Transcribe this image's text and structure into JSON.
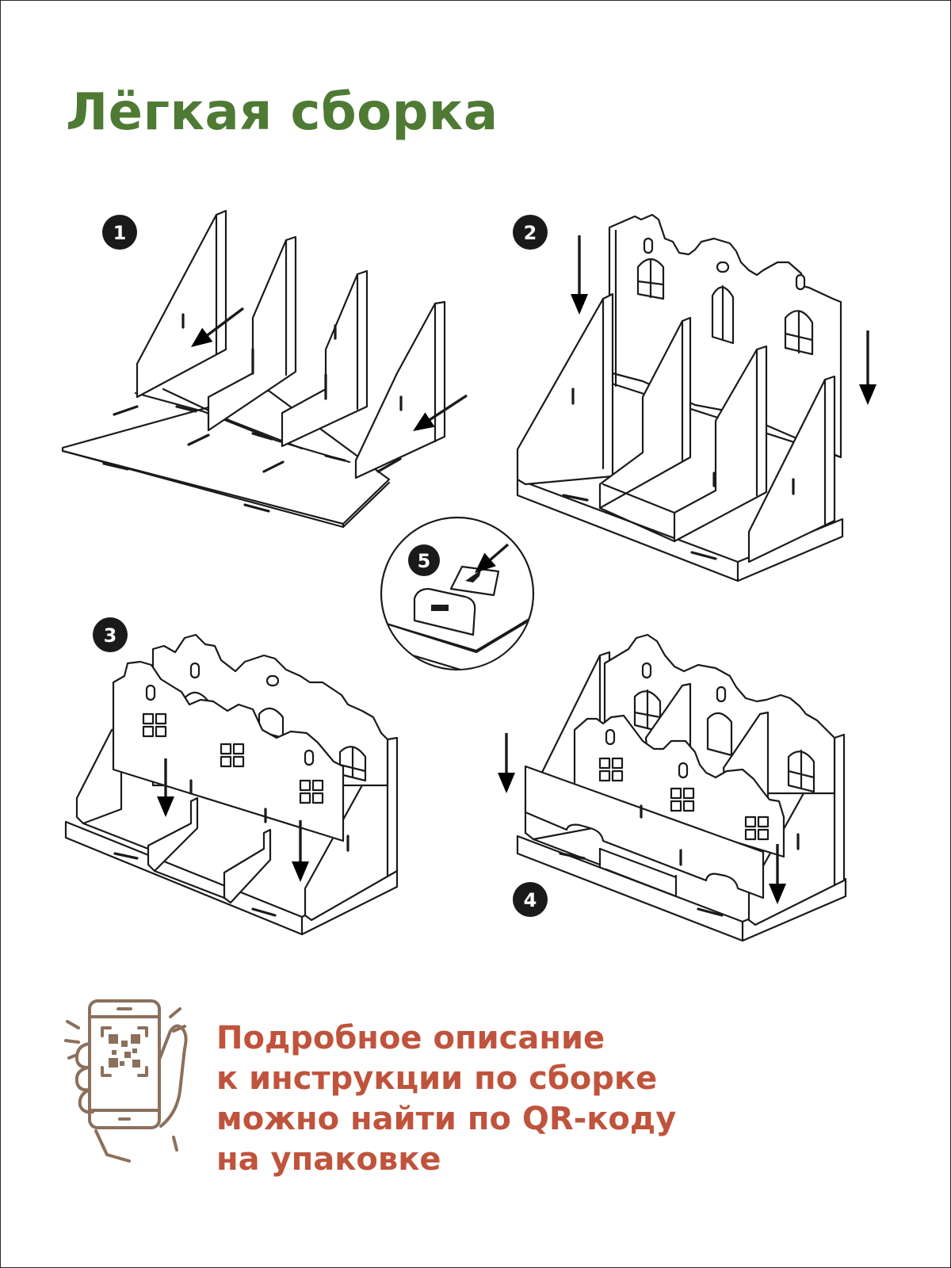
{
  "title": "Лёгкая сборка",
  "steps": [
    {
      "number": "1"
    },
    {
      "number": "2"
    },
    {
      "number": "3"
    },
    {
      "number": "4"
    },
    {
      "number": "5"
    }
  ],
  "info": {
    "line1": "Подробное описание",
    "line2": "к инструкции по сборке",
    "line3_prefix": "можно найти по ",
    "line3_emphasis": "QR-коду",
    "line4": "на упаковке",
    "icon": "phone-qr-hand-icon"
  },
  "colors": {
    "title": "#4e7a34",
    "info_text": "#c0533c",
    "icon": "#8b705c",
    "line": "#1a1a1a"
  }
}
